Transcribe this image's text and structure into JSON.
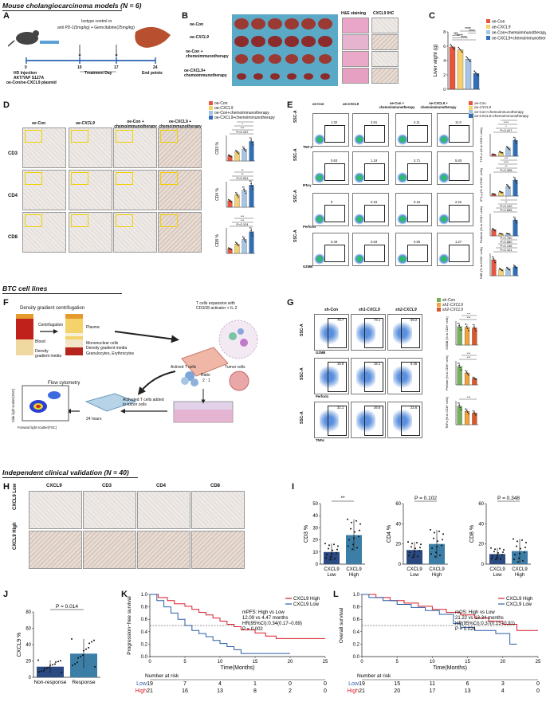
{
  "sections": {
    "mouse": "Mouse cholangiocarcinoma models (N = 6)",
    "btc": "BTC cell lines",
    "clinical": "Independent clinical validation (N = 40)"
  },
  "panels": {
    "A": "A",
    "B": "B",
    "C": "C",
    "D": "D",
    "E": "E",
    "F": "F",
    "G": "G",
    "H": "H",
    "I": "I",
    "J": "J",
    "K": "K",
    "L": "L"
  },
  "panelA": {
    "timeline_top": "Isotype control or",
    "timeline_mid": "anti PD-1(5mg/kg) + Gemcitabine(25mg/kg)",
    "days": [
      "0",
      "10",
      "17",
      "24"
    ],
    "hd_label": "HD Injection",
    "plasmid_1": "AKT/YAP S127A",
    "plasmid_2": "oe-Con/oe-CXCL9 plasmid",
    "treatment_day": "Treatment Day",
    "end_points": "End points"
  },
  "panelB": {
    "groups": [
      "oe-Con",
      "oe-CXCL9",
      "oe-Con + chemoimmunotherapy",
      "oe-CXCL9+ chemoimmunotherapy"
    ],
    "he": "H&E staining",
    "ihc": "CXCL9 IHC"
  },
  "legend4": [
    "oe-Con",
    "oe-CXCL9",
    "oe-Con+chemoimmunotherapy",
    "oe-CXCL9+chemoimmunotherapy"
  ],
  "colors": {
    "c1": "#e8553f",
    "c2": "#f6d06a",
    "c3": "#a6c4e4",
    "c4": "#2f6fb8",
    "g1": "#77b05a",
    "g2": "#f2a33a",
    "g3": "#d9582b"
  },
  "chart_data": [
    {
      "type": "bar",
      "panel": "C",
      "ylabel": "Liver wight (g)",
      "yticks": [
        "0",
        "2",
        "4",
        "6",
        "8"
      ],
      "ylim": [
        0,
        8
      ],
      "categories": [
        "oe-Con",
        "oe-CXCL9",
        "oe-Con+chemoimmunotherapy",
        "oe-CXCL9+chemoimmunotherapy"
      ],
      "values": [
        5.9,
        5.5,
        4.2,
        2.2
      ],
      "sig": [
        "****",
        "****",
        "ns",
        "****",
        "****"
      ]
    },
    {
      "type": "bar",
      "panel": "D",
      "ylabel": "CD3 %",
      "categories": [
        "oe-Con",
        "oe-CXCL9",
        "oe-Con+chemoimmunotherapy",
        "oe-CXCL9+chemoimmunotherapy"
      ],
      "values": [
        1.2,
        2.1,
        2.8,
        4.6
      ],
      "notes": [
        "P=0.157",
        "***",
        "*",
        "*"
      ]
    },
    {
      "type": "bar",
      "panel": "D",
      "ylabel": "CD4 %",
      "categories": [
        "oe-Con",
        "oe-CXCL9",
        "oe-Con+chemoimmunotherapy",
        "oe-CXCL9+chemoimmunotherapy"
      ],
      "values": [
        1.5,
        2.9,
        4.0,
        5.2
      ],
      "notes": [
        "P=0.201",
        "**",
        "**"
      ]
    },
    {
      "type": "bar",
      "panel": "D",
      "ylabel": "CD8 %",
      "categories": [
        "oe-Con",
        "oe-CXCL9",
        "oe-Con+chemoimmunotherapy",
        "oe-CXCL9+chemoimmunotherapy"
      ],
      "values": [
        1.1,
        2.2,
        3.3,
        5.1
      ],
      "notes": [
        "P=0.124",
        "***",
        "***"
      ]
    },
    {
      "type": "bar",
      "panel": "E",
      "ylabel": "TNF-α (% in CD8+ cells)",
      "values": [
        1.2,
        2.6,
        5.4,
        10.6
      ],
      "notes": [
        "P=0.417",
        "*",
        "****",
        "***"
      ]
    },
    {
      "type": "bar",
      "panel": "E",
      "ylabel": "IFN-γ (% in CD8+ cells)",
      "values": [
        0.6,
        1.2,
        2.9,
        4.8
      ],
      "notes": [
        "P=0.326",
        "**",
        "****",
        "***"
      ]
    },
    {
      "type": "bar",
      "panel": "E",
      "ylabel": "Perforin (% in CD8+ cells)",
      "values": [
        0.9,
        0.3,
        0.3,
        2.3
      ],
      "notes": [
        "P=0.836",
        "P=0.120",
        "**",
        "*"
      ]
    },
    {
      "type": "bar",
      "panel": "E",
      "ylabel": "GZMB (% in CD8+ cells)",
      "values": [
        1.8,
        0.7,
        0.8,
        1.0
      ],
      "notes": [
        "P=0.101",
        "P=0.136",
        "P=0.680",
        "P=0.760"
      ]
    },
    {
      "type": "bar",
      "panel": "G",
      "ylabel": "GZMB (% in CD8+ cells)",
      "categories": [
        "sh-Con",
        "sh1-CXCL9",
        "sh2-CXCL9"
      ],
      "values": [
        76,
        73,
        71
      ],
      "notes": [
        "***",
        "***"
      ]
    },
    {
      "type": "bar",
      "panel": "G",
      "ylabel": "Perforin (% in CD8+ cells)",
      "categories": [
        "sh-Con",
        "sh1-CXCL9",
        "sh2-CXCL9"
      ],
      "values": [
        17,
        11,
        6
      ],
      "notes": [
        "***",
        "***"
      ]
    },
    {
      "type": "bar",
      "panel": "G",
      "ylabel": "TNFα (% in CD8+ cells)",
      "categories": [
        "sh-Con",
        "sh1-CXCL9",
        "sh2-CXCL9"
      ],
      "values": [
        33,
        24,
        21
      ],
      "notes": [
        "***"
      ]
    },
    {
      "type": "bar",
      "panel": "I",
      "ylabel": "CD3 %",
      "categories": [
        "CXCL9 Low",
        "CXCL9 High"
      ],
      "values": [
        10,
        24
      ],
      "sd": [
        7,
        13
      ],
      "yticks": [
        "0",
        "10",
        "20",
        "30",
        "40",
        "50"
      ],
      "ylim": [
        0,
        50
      ],
      "p": "**"
    },
    {
      "type": "bar",
      "panel": "I",
      "ylabel": "CD4 %",
      "categories": [
        "CXCL9 Low",
        "CXCL9 High"
      ],
      "values": [
        14,
        20
      ],
      "sd": [
        8,
        14
      ],
      "yticks": [
        "0",
        "20",
        "40",
        "60"
      ],
      "ylim": [
        0,
        60
      ],
      "p": "P = 0.102"
    },
    {
      "type": "bar",
      "panel": "I",
      "ylabel": "CD8 %",
      "categories": [
        "CXCL9 Low",
        "CXCL9 High"
      ],
      "values": [
        10,
        13
      ],
      "sd": [
        6,
        12
      ],
      "yticks": [
        "0",
        "20",
        "40",
        "60"
      ],
      "ylim": [
        0,
        60
      ],
      "p": "P = 0.348"
    },
    {
      "type": "bar",
      "panel": "J",
      "ylabel": "CXCL9 %",
      "categories": [
        "Non-response",
        "Response"
      ],
      "values": [
        13,
        29
      ],
      "sd": [
        8,
        18
      ],
      "yticks": [
        "0",
        "20",
        "40",
        "60",
        "80"
      ],
      "ylim": [
        0,
        80
      ],
      "p": "P = 0.014"
    },
    {
      "type": "line",
      "panel": "K",
      "ylabel": "Progression−free survival",
      "xlabel": "Time(Months)",
      "xlim": [
        0,
        25
      ],
      "ylim": [
        0,
        1
      ],
      "xticks": [
        "0",
        "5",
        "10",
        "15",
        "20",
        "25"
      ],
      "yticks": [
        "0.0",
        "0.2",
        "0.4",
        "0.6",
        "0.8",
        "1.0"
      ],
      "series": [
        {
          "name": "CXCL9 High",
          "x": [
            0,
            1.2,
            2.5,
            3.5,
            5,
            6,
            7,
            8,
            9,
            10,
            11,
            12,
            13,
            15,
            16.5,
            18,
            22,
            25
          ],
          "y": [
            1,
            0.95,
            0.9,
            0.85,
            0.81,
            0.76,
            0.71,
            0.67,
            0.62,
            0.57,
            0.52,
            0.48,
            0.43,
            0.38,
            0.33,
            0.29,
            0.29,
            0.29
          ]
        },
        {
          "name": "CXCL9 Low",
          "x": [
            0,
            1,
            2,
            3,
            4,
            5,
            6,
            7,
            8,
            9,
            10,
            11,
            12,
            13,
            14,
            16,
            18,
            20
          ],
          "y": [
            1,
            0.9,
            0.8,
            0.7,
            0.6,
            0.5,
            0.42,
            0.37,
            0.32,
            0.26,
            0.21,
            0.16,
            0.11,
            0.05,
            0.05,
            0.05,
            0.05,
            0.05
          ]
        }
      ],
      "text": [
        "mPFS: High vs Low",
        "12.09 vs 4.47 months",
        "HR(95%CI):0.34(0.17−0.69)",
        "P = 0.002"
      ],
      "risk_header": "Number at risk",
      "risk_rows": [
        {
          "label": "Low",
          "values": [
            "19",
            "7",
            "4",
            "1",
            "0",
            "0"
          ]
        },
        {
          "label": "High",
          "values": [
            "21",
            "16",
            "13",
            "8",
            "2",
            "0"
          ]
        }
      ]
    },
    {
      "type": "line",
      "panel": "L",
      "ylabel": "Overall survival",
      "xlabel": "Time(Months)",
      "xlim": [
        0,
        25
      ],
      "ylim": [
        0,
        1
      ],
      "xticks": [
        "0",
        "5",
        "10",
        "15",
        "20",
        "25"
      ],
      "yticks": [
        "0.0",
        "0.2",
        "0.4",
        "0.6",
        "0.8",
        "1.0"
      ],
      "series": [
        {
          "name": "CXCL9 High",
          "x": [
            0,
            2,
            4,
            6,
            8,
            10,
            12,
            14,
            16,
            18,
            20,
            21,
            22,
            25
          ],
          "y": [
            1,
            0.95,
            0.9,
            0.86,
            0.81,
            0.76,
            0.71,
            0.67,
            0.62,
            0.57,
            0.52,
            0.52,
            0.42,
            0.42
          ]
        },
        {
          "name": "CXCL9 Low",
          "x": [
            0,
            1,
            3,
            5,
            7,
            9,
            11,
            13,
            14,
            16,
            19,
            21,
            22
          ],
          "y": [
            1,
            0.95,
            0.9,
            0.84,
            0.79,
            0.74,
            0.68,
            0.53,
            0.47,
            0.42,
            0.37,
            0.2,
            0.2
          ]
        }
      ],
      "text": [
        "mOS: High vs Low",
        "21.22 vs 13.34 months",
        "HR(95%CI):0.37(0.15−0.91)",
        "P = 0.024"
      ],
      "risk_header": "Number at risk",
      "risk_rows": [
        {
          "label": "Low",
          "values": [
            "19",
            "15",
            "11",
            "6",
            "3",
            "0"
          ]
        },
        {
          "label": "High",
          "values": [
            "21",
            "20",
            "17",
            "13",
            "4",
            "0"
          ]
        }
      ]
    }
  ],
  "panelD": {
    "cols": [
      "oe-Con",
      "oe-CXCL9",
      "oe-Con + chemoimmunotherapy",
      "oe-CXCL9 + chemoimmunotherapy"
    ],
    "rows": [
      "CD3",
      "CD4",
      "CD8"
    ]
  },
  "panelE": {
    "cols": [
      "oe-Con",
      "oe-CXCL9",
      "oe-Con + chemoimmunotherapy",
      "oe-CXCL9 + chemoimmunotherapy"
    ],
    "rows": [
      "TNF-α",
      "IFN-γ",
      "Perforin",
      "GZMB"
    ],
    "ylabel": "SSC-A",
    "values": [
      [
        "1.32",
        "2.61",
        "4.11",
        "11.0"
      ],
      [
        "0.63",
        "1.19",
        "3.71",
        "5.83"
      ],
      [
        "0",
        "0.16",
        "0.18",
        "2.22"
      ],
      [
        "0.49",
        "0.63",
        "0.59",
        "1.27"
      ]
    ]
  },
  "panelF": {
    "dgc": "Density gradient centrifugation",
    "centrifugation": "Centrifugation",
    "blood": "Blood",
    "density": "Density gradient media",
    "plasma": "Plasma",
    "mono": "Mononuclear cells",
    "dgm": "Density gradient media",
    "gran": "Granulocytes, Erythrocytes",
    "expansion1": "T cells expansion with",
    "expansion2": "CD3/28 activator + IL-2",
    "flow": "Flow cytometry",
    "actived": "Actived T cells",
    "tumor": "Tumor cells",
    "ratio": "Ratio",
    "ratio_v": "2 : 1",
    "added": "Activated T cells added",
    "added2": "to tumor cells",
    "h24": "24 hours",
    "ssc": "Side light scatter(SSC)",
    "fsc": "Forward light scatter(FSC)"
  },
  "panelG": {
    "cols": [
      "sh-Con",
      "sh1-CXCL9",
      "sh2-CXCL9"
    ],
    "rows": [
      "GZMB",
      "Perforin",
      "TNFα"
    ],
    "ylabel": "SSC-A",
    "values": [
      [
        "75.7",
        "73.1",
        "69.2"
      ],
      [
        "18.9",
        "15.1",
        "9.45"
      ],
      [
        "31.1",
        "26.8",
        "22.6"
      ]
    ],
    "legend": [
      "sh-Con",
      "sh1-CXCL9",
      "sh2-CXCL9"
    ]
  },
  "panelH": {
    "cols": [
      "CXCL9",
      "CD3",
      "CD4",
      "CD8"
    ],
    "rows": [
      "CXCL9 Low",
      "CXCL9 High"
    ]
  }
}
